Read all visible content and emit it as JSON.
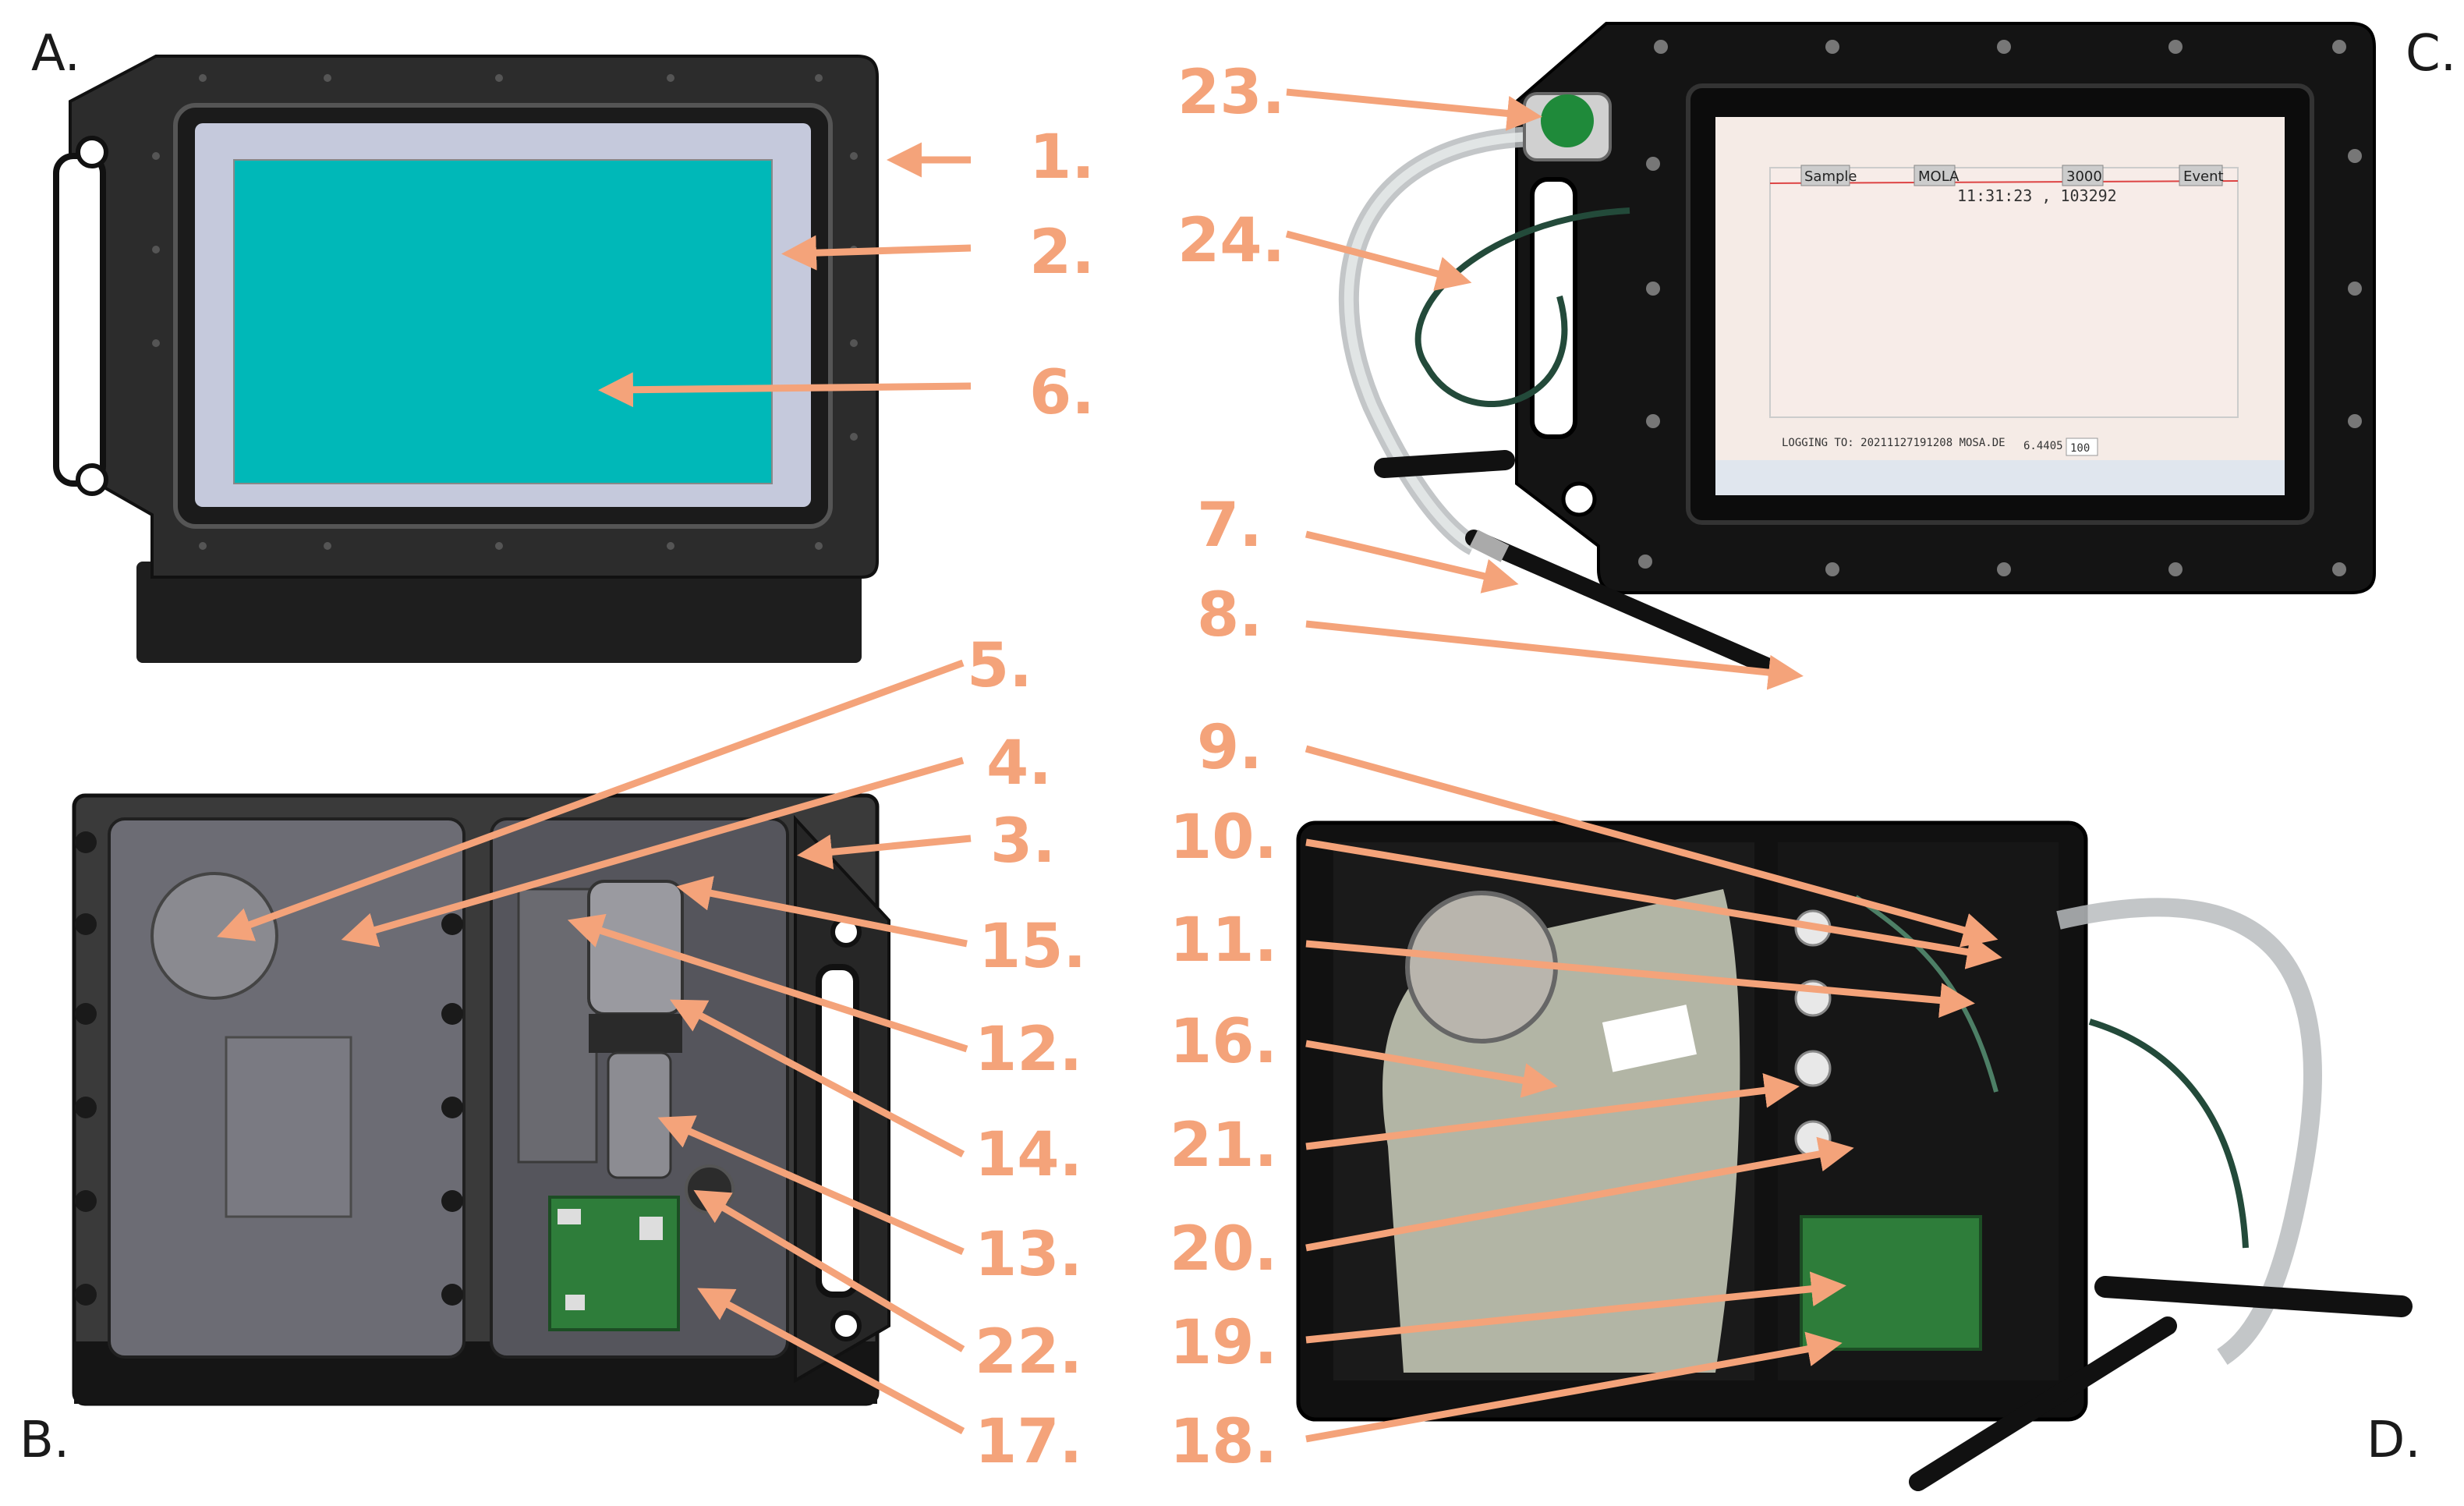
{
  "panels": {
    "a": "A.",
    "b": "B.",
    "c": "C.",
    "d": "D."
  },
  "callouts": {
    "n1": "1.",
    "n2": "2.",
    "n3": "3.",
    "n4": "4.",
    "n5": "5.",
    "n6": "6.",
    "n7": "7.",
    "n8": "8.",
    "n9": "9.",
    "n10": "10.",
    "n11": "11.",
    "n12": "12.",
    "n13": "13.",
    "n14": "14.",
    "n15": "15.",
    "n16": "16.",
    "n17": "17.",
    "n18": "18.",
    "n19": "19.",
    "n20": "20.",
    "n21": "21.",
    "n22": "22.",
    "n23": "23.",
    "n24": "24."
  },
  "screen": {
    "btn_sample": "Sample",
    "btn_mola": "MOLA",
    "btn_3000": "3000",
    "btn_event": "Event",
    "time": "11:31:23 , 103292",
    "logging": "LOGGING TO: 20211127191208 MOSA.DE",
    "reading": "6.4405",
    "reading_box": "100"
  },
  "colors": {
    "callout": "#f4a37a",
    "screen_teal": "#00b8b8",
    "housing": "#2b2b2b"
  }
}
